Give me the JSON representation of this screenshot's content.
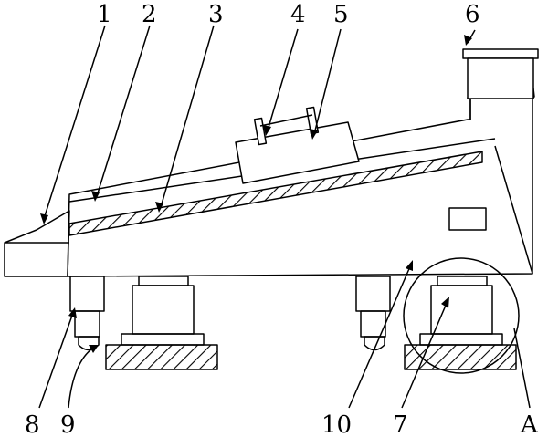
{
  "figure": {
    "labels": {
      "l1": "1",
      "l2": "2",
      "l3": "3",
      "l4": "4",
      "l5": "5",
      "l6": "6",
      "l7": "7",
      "l8": "8",
      "l9": "9",
      "l10": "10",
      "lA": "A"
    }
  }
}
